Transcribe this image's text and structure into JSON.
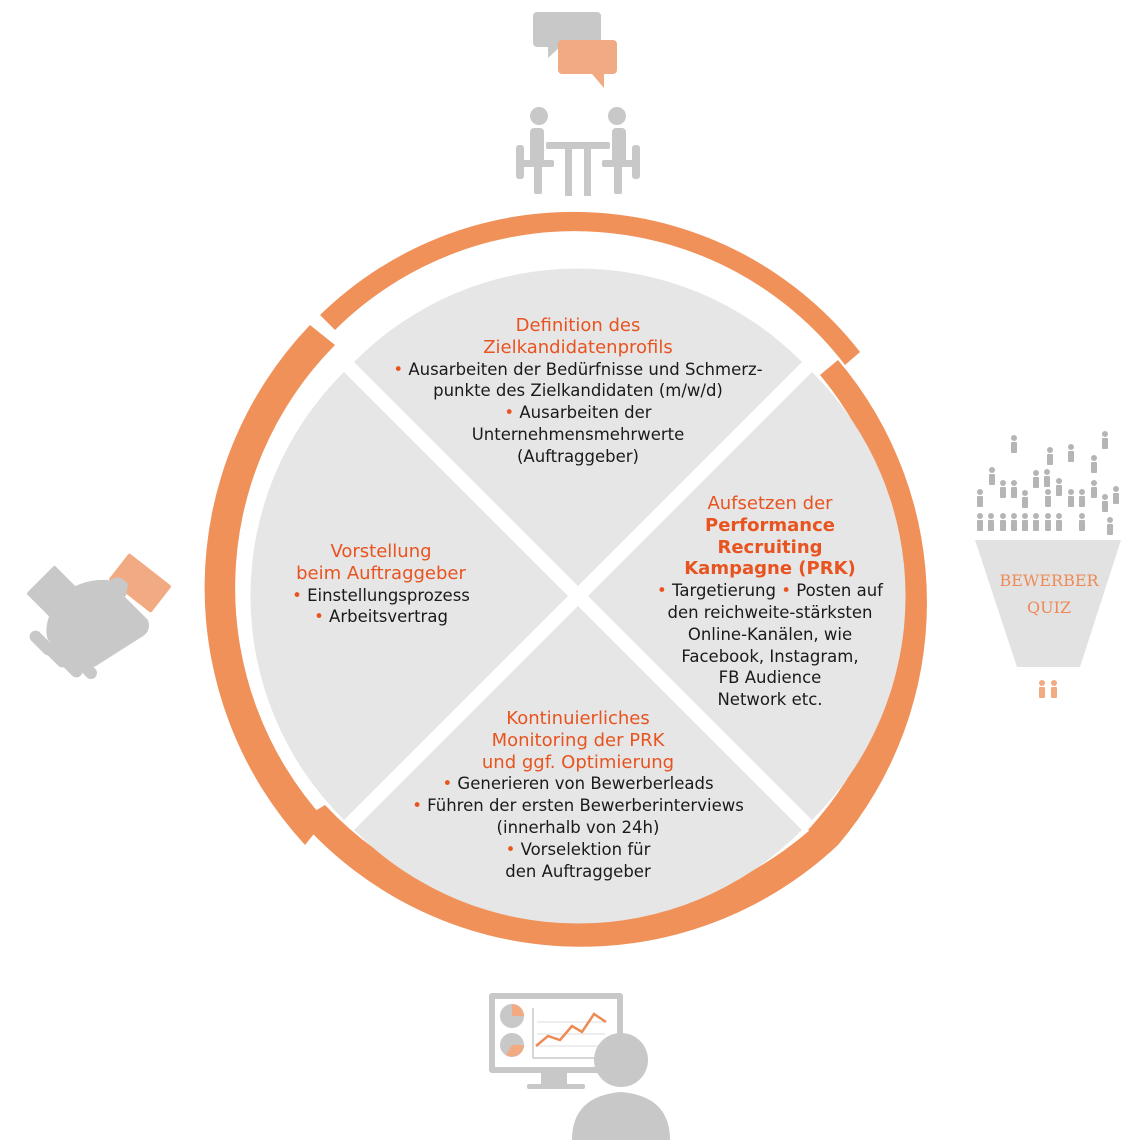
{
  "segments": {
    "top": {
      "title": [
        "Definition des",
        "Zielkandidatenprofils"
      ],
      "lines": [
        {
          "bullet": "•",
          "text": "Ausarbeiten der Bedürfnisse und Schmerz-"
        },
        {
          "bullet": "",
          "text": "punkte des Zielkandidaten (m/w/d)"
        },
        {
          "bullet": "•",
          "text": "Ausarbeiten der"
        },
        {
          "bullet": "",
          "text": "Unternehmensmehrwerte"
        },
        {
          "bullet": "",
          "text": "(Auftraggeber)"
        }
      ]
    },
    "right": {
      "title_plain": "Aufsetzen der",
      "title_bold": [
        "Performance",
        "Recruiting",
        "Kampagne (PRK)"
      ],
      "lines": [
        {
          "bullet": "•",
          "text": "Targetierung",
          "bullet2": "•",
          "text2": "Posten auf"
        },
        {
          "bullet": "",
          "text": "den reichweite-stärksten"
        },
        {
          "bullet": "",
          "text": "Online-Kanälen, wie"
        },
        {
          "bullet": "",
          "text": "Facebook, Instagram,"
        },
        {
          "bullet": "",
          "text": "FB Audience"
        },
        {
          "bullet": "",
          "text": "Network etc."
        }
      ]
    },
    "left": {
      "title": [
        "Vorstellung",
        "beim Auftraggeber"
      ],
      "lines": [
        {
          "bullet": "•",
          "text": "Einstellungsprozess"
        },
        {
          "bullet": "•",
          "text": "Arbeitsvertrag"
        }
      ]
    },
    "bottom": {
      "title": [
        "Kontinuierliches",
        "Monitoring der PRK",
        "und ggf. Optimierung"
      ],
      "lines": [
        {
          "bullet": "•",
          "text": "Generieren von Bewerberleads"
        },
        {
          "bullet": "•",
          "text": "Führen der ersten Bewerberinterviews"
        },
        {
          "bullet": "",
          "text": "(innerhalb von 24h)"
        },
        {
          "bullet": "•",
          "text": "Vorselektion für"
        },
        {
          "bullet": "",
          "text": "den Auftraggeber"
        }
      ]
    }
  },
  "quiz_funnel": {
    "line1": "BEWERBER",
    "line2": "QUIZ"
  },
  "icons": {
    "top": "meeting-chat-icon",
    "right": "applicant-funnel-icon",
    "bottom": "analytics-monitor-icon",
    "left": "handshake-icon"
  },
  "colors": {
    "ring": "#f0915a",
    "accent_text": "#e8531f",
    "quadrant_fill": "#e6e6e6",
    "icon_gray": "#c8c8c8",
    "icon_orange": "#f2aa82",
    "body_text": "#1a1a1a"
  }
}
